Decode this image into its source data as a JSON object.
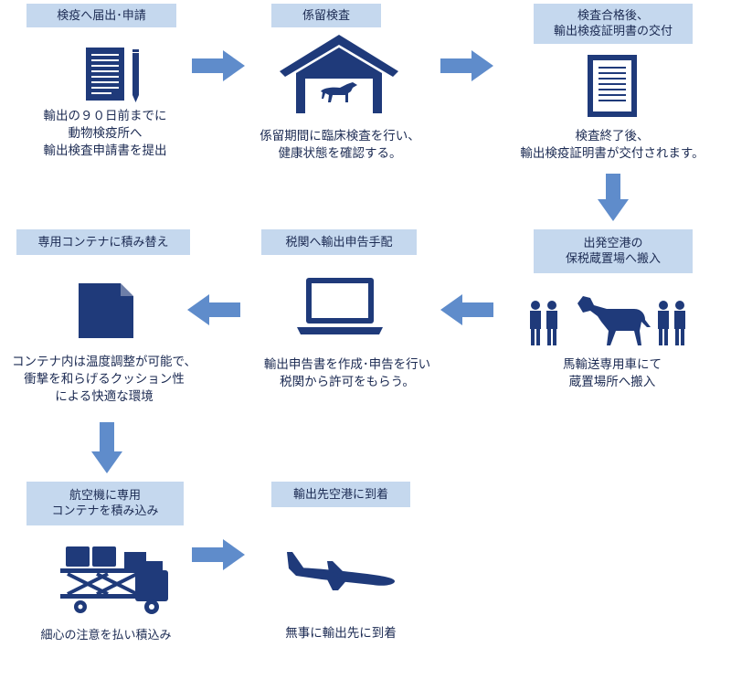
{
  "steps": [
    {
      "label": "検疫へ届出･申請",
      "desc": "輸出の９０日前までに\n動物検疫所へ\n輸出検査申請書を提出",
      "icon": "document-pencil-icon"
    },
    {
      "label": "係留検査",
      "desc": "係留期間に臨床検査を行い、\n健康状態を確認する。",
      "icon": "stable-horse-icon"
    },
    {
      "label": "検査合格後、\n輸出検疫証明書の交付",
      "desc": "検査終了後、\n輸出検疫証明書が交付されます。",
      "icon": "certificate-icon"
    },
    {
      "label": "出発空港の\n保税蔵置場へ搬入",
      "desc": "馬輸送専用車にて\n蔵置場所へ搬入",
      "icon": "handlers-horse-icon"
    },
    {
      "label": "税関へ輸出申告手配",
      "desc": "輸出申告書を作成･申告を行い\n税関から許可をもらう。",
      "icon": "laptop-icon"
    },
    {
      "label": "専用コンテナに積み替え",
      "desc": "コンテナ内は温度調整が可能で、\n衝撃を和らげるクッション性\nによる快適な環境",
      "icon": "container-icon"
    },
    {
      "label": "航空機に専用\nコンテナを積み込み",
      "desc": "細心の注意を払い積込み",
      "icon": "loader-truck-icon"
    },
    {
      "label": "輸出先空港に到着",
      "desc": "無事に輸出先に到着",
      "icon": "airplane-icon"
    }
  ],
  "colors": {
    "label_bg": "#c5d8ee",
    "arrow": "#5f8ccb",
    "icon": "#1f3a7a",
    "text": "#1b2a52"
  }
}
